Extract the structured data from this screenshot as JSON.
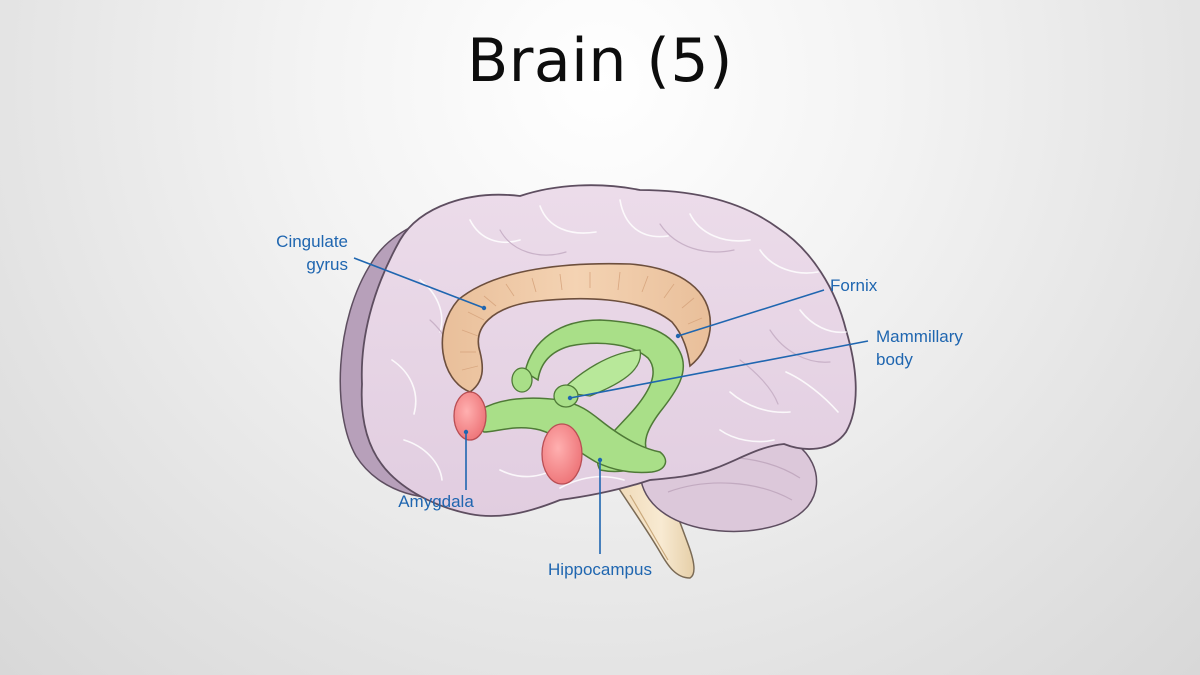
{
  "slide": {
    "title": "Brain (5)"
  },
  "diagram": {
    "labels": {
      "cingulate_gyrus": [
        "Cingulate",
        "gyrus"
      ],
      "fornix": [
        "Fornix"
      ],
      "mammillary_body": [
        "Mammillary",
        "body"
      ],
      "amygdala": [
        "Amygdala"
      ],
      "hippocampus": [
        "Hippocampus"
      ]
    },
    "colors": {
      "label_text": "#1f66b0",
      "leader_line": "#1f66b0",
      "brain": "#e8d6e6",
      "brain_outline": "#5e4e60",
      "cortex_side": "#b59bb8",
      "cingulate": "#f1caa8",
      "limbic": "#a8de86",
      "amygdala": "#f08585",
      "brainstem": "#f3e2c4",
      "cerebellum": "#d9c5d8"
    }
  }
}
